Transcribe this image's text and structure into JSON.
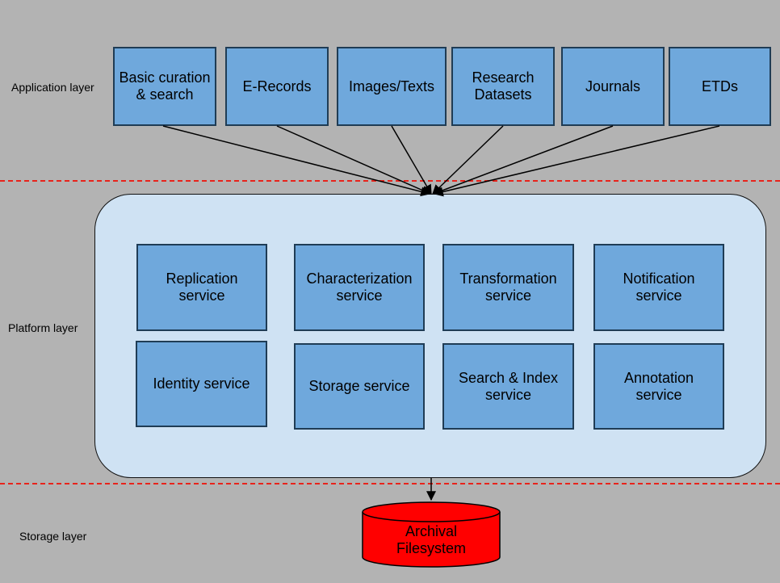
{
  "layers": {
    "application": "Application layer",
    "platform": "Platform layer",
    "storage": "Storage layer"
  },
  "applications": [
    "Basic curation & search",
    "E-Records",
    "Images/Texts",
    "Research Datasets",
    "Journals",
    "ETDs"
  ],
  "services": [
    "Replication service",
    "Characterization service",
    "Transformation service",
    "Notification service",
    "Identity service",
    "Storage service",
    "Search & Index service",
    "Annotation service"
  ],
  "storage": {
    "label": "Archival Filesystem"
  },
  "colors": {
    "background": "#b3b3b3",
    "box_fill": "#6fa8dc",
    "platform_fill": "#cfe2f3",
    "divider": "#e8231b",
    "cylinder_fill": "#ff0000"
  }
}
